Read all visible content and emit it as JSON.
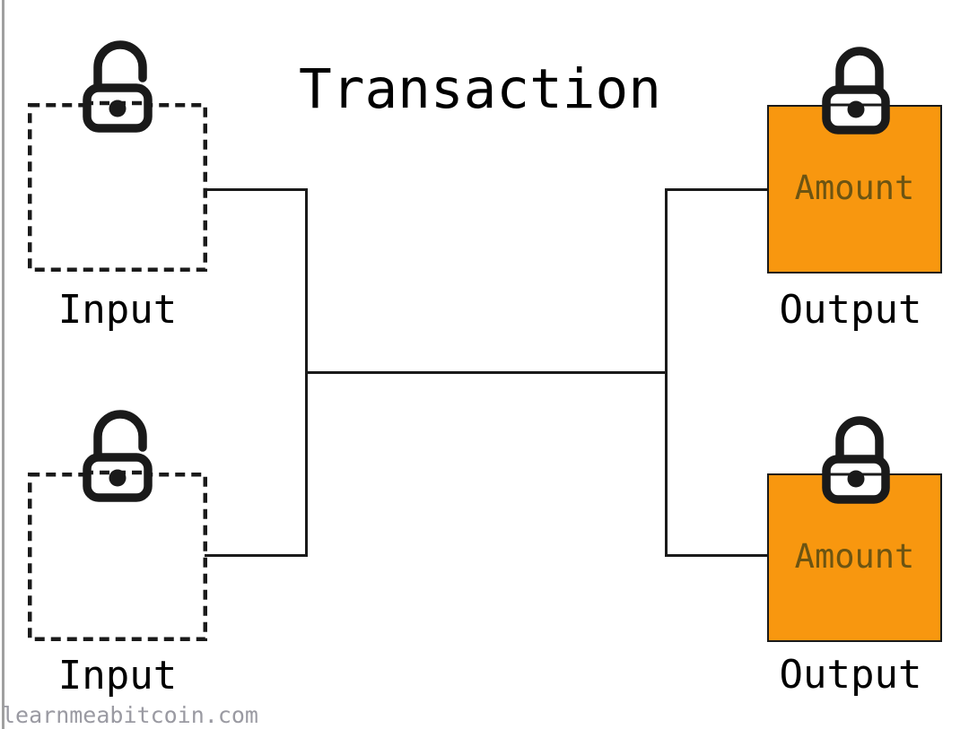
{
  "title": "Transaction",
  "watermark": "learnmeabitcoin.com",
  "transaction": {
    "inputs": [
      {
        "label": "Input",
        "lock_state": "unlocked"
      },
      {
        "label": "Input",
        "lock_state": "unlocked"
      }
    ],
    "outputs": [
      {
        "label": "Output",
        "amount_label": "Amount",
        "lock_state": "locked"
      },
      {
        "label": "Output",
        "amount_label": "Amount",
        "lock_state": "locked"
      }
    ]
  },
  "colors": {
    "output_fill": "#F8970F",
    "amount_text": "#6C5412",
    "line": "#1A1A1A",
    "text": "#000000",
    "watermark": "#9A9AA2",
    "window_edge": "#A0A0A0"
  }
}
